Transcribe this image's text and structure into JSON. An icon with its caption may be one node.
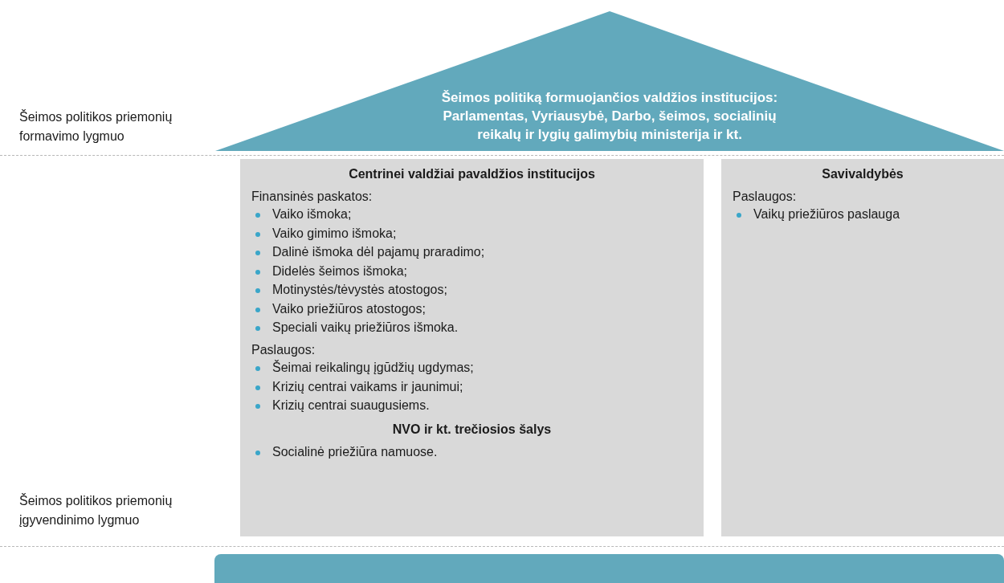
{
  "diagram": {
    "nodes": [
      {
        "text": [
          "Šeimos politiką formuojančios valdžios institucijos: Parlamentas, Vyriausybė, Darbo, šeimos, socialinių reikalų ir lygių galimybių ministerija ir kt."
        ]
      },
      {
        "text": [
          "Centrinei valdžiai pavaldžios institucijos",
          "Finansinės paskatos:",
          "Vaiko išmoka;",
          "Vaiko gimimo išmoka;",
          "Dalinė išmoka dėl pajamų praradimo;",
          "Didelės šeimos išmoka;",
          "Motinystės/tėvystės atostogos;",
          "Vaiko priežiūros atostogos;",
          "Speciali vaikų priežiūros išmoka.",
          "Paslaugos:",
          "Šeimai reikalingų įgūdžių ugdymas;",
          "Krizių centrai vaikams ir jaunimui;",
          "Krizių centrai suaugusiems.",
          "NVO ir kt. trečiosios šalys",
          "Socialinė priežiūra namuose."
        ]
      },
      {
        "text": [
          "Savivaldybės",
          "Paslaugos:",
          "Vaikų priežiūros paslauga"
        ]
      },
      {
        "text": [],
        "shape": "bar"
      }
    ],
    "labels": [
      "Šeimos politikos priemonių formavimo lygmuo",
      "Šeimos politikos priemonių įgyvendinimo lygmuo"
    ]
  }
}
